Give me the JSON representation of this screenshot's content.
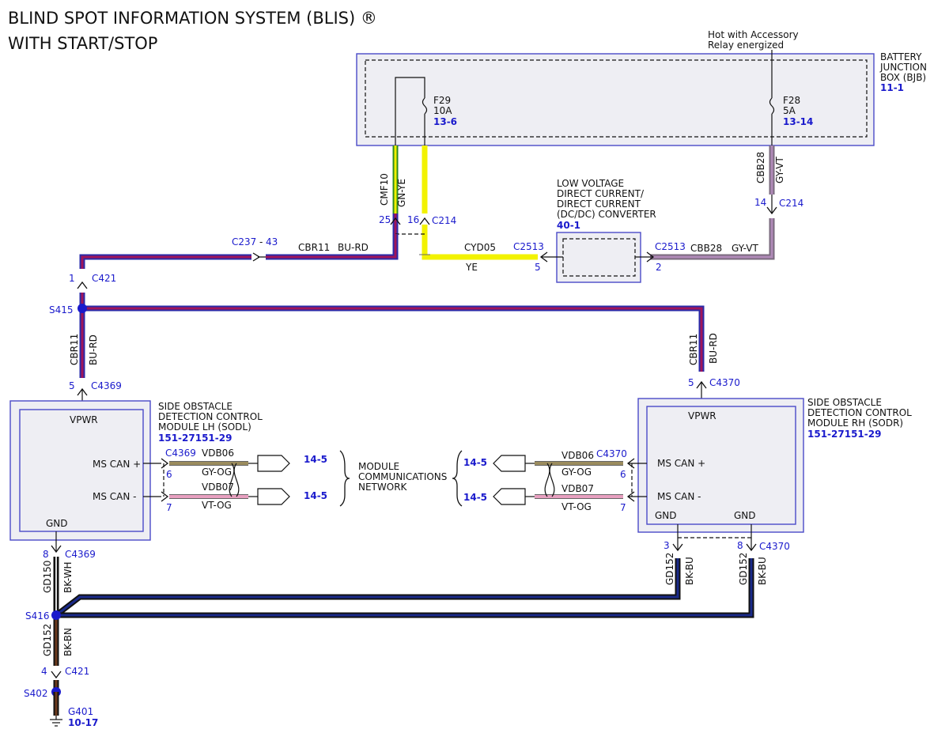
{
  "title": {
    "line1": "BLIND SPOT INFORMATION SYSTEM (BLIS) ®",
    "line2": "WITH START/STOP"
  },
  "bjb": {
    "note_line1": "Hot with Accessory",
    "note_line2": "Relay energized",
    "name_line1": "BATTERY",
    "name_line2": "JUNCTION",
    "name_line3": "BOX (BJB)",
    "ref": "11-1",
    "fuse_f29": {
      "name": "F29",
      "rating": "10A",
      "ref": "13-6"
    },
    "fuse_f28": {
      "name": "F28",
      "rating": "5A",
      "ref": "13-14"
    }
  },
  "dcdc": {
    "name_line1": "LOW VOLTAGE",
    "name_line2": "DIRECT CURRENT/",
    "name_line3": "DIRECT CURRENT",
    "name_line4": "(DC/DC) CONVERTER",
    "ref": "40-1",
    "left_connector": "C2513",
    "left_pin": "5",
    "right_connector": "C2513",
    "right_pin": "2"
  },
  "wires": {
    "cmf10": {
      "circuit": "CMF10",
      "color": "GN-YE",
      "pin": "25"
    },
    "cyd05": {
      "circuit": "CYD05",
      "color": "YE",
      "pin": "16",
      "connector": "C214"
    },
    "cbb28": {
      "circuit": "CBB28",
      "color": "GY-VT",
      "pin": "14",
      "connector": "C214"
    },
    "cbb28_h": {
      "circuit": "CBB28",
      "color": "GY-VT"
    },
    "cbr11_top": {
      "circuit": "CBR11",
      "color": "BU-RD",
      "connector": "C237",
      "pin": "43"
    },
    "cbr11_left": {
      "circuit": "CBR11",
      "color": "BU-RD"
    },
    "cbr11_right": {
      "circuit": "CBR11",
      "color": "BU-RD"
    },
    "c421_top": {
      "pin": "1",
      "connector": "C421"
    },
    "gd150": {
      "circuit": "GD150",
      "color": "BK-WH"
    },
    "gd152_left": {
      "circuit": "GD152",
      "color": "BK-BN"
    },
    "gd152_r1": {
      "circuit": "GD152",
      "color": "BK-BU"
    },
    "gd152_r2": {
      "circuit": "GD152",
      "color": "BK-BU"
    },
    "c421_bottom": {
      "pin": "4",
      "connector": "C421"
    }
  },
  "splices": {
    "s415": "S415",
    "s416": "S416",
    "s402": "S402",
    "g401": "G401",
    "g401_ref": "10-17"
  },
  "sodl": {
    "name_line1": "SIDE OBSTACLE",
    "name_line2": "DETECTION CONTROL",
    "name_line3": "MODULE LH (SODL)",
    "ref": "151-27151-29",
    "vpwr": "VPWR",
    "can_plus": "MS CAN +",
    "can_minus": "MS CAN -",
    "gnd": "GND",
    "vpwr_pin": "5",
    "vpwr_connector": "C4369",
    "can_connector": "C4369",
    "can_plus_pin": "6",
    "can_minus_pin": "7",
    "gnd_pin": "8",
    "gnd_connector": "C4369",
    "vdb06": "VDB06",
    "vdb06_color": "GY-OG",
    "vdb07": "VDB07",
    "vdb07_color": "VT-OG",
    "ref_plus": "14-5",
    "ref_minus": "14-5"
  },
  "sodr": {
    "name_line1": "SIDE OBSTACLE",
    "name_line2": "DETECTION CONTROL",
    "name_line3": "MODULE RH (SODR)",
    "ref": "151-27151-29",
    "vpwr": "VPWR",
    "can_plus": "MS CAN +",
    "can_minus": "MS CAN -",
    "gnd1": "GND",
    "gnd2": "GND",
    "vpwr_pin": "5",
    "vpwr_connector": "C4370",
    "can_connector": "C4370",
    "can_plus_pin": "6",
    "can_minus_pin": "7",
    "gnd1_pin": "3",
    "gnd2_pin": "8",
    "gnd2_connector": "C4370",
    "vdb06": "VDB06",
    "vdb06_color": "GY-OG",
    "vdb07": "VDB07",
    "vdb07_color": "VT-OG",
    "ref_plus": "14-5",
    "ref_minus": "14-5"
  },
  "network": {
    "line1": "MODULE",
    "line2": "COMMUNICATIONS",
    "line3": "NETWORK"
  },
  "colors": {
    "bu_rd_outer": "#2a2aa8",
    "bu_rd_inner": "#a0155a",
    "gn_ye_outer": "#2e8b1e",
    "gn_ye_inner": "#f0f000",
    "ye": "#f2f200",
    "gy_vt_outer": "#7a6a7e",
    "gy_vt_inner": "#b08ab8",
    "gy_og": "#9b8c5e",
    "vt_og": "#e8a0c0",
    "bk_outer": "#111111",
    "bk_bu_inner": "#1a2a8a",
    "bk_wh_inner": "#dddddd",
    "bk_bn_inner": "#6b3a1e",
    "label_blue": "#1a1acc",
    "box_stroke": "#4a4ac8",
    "box_fill": "#eeeef3"
  }
}
